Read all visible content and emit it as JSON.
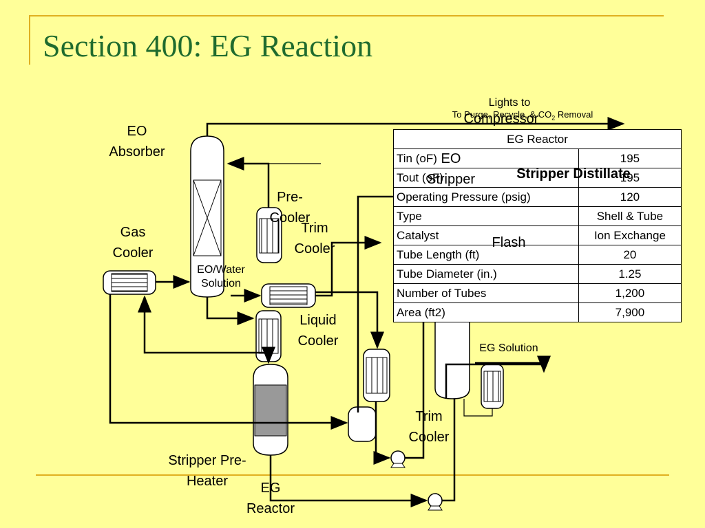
{
  "title": "Section 400: EG Reaction",
  "labels": {
    "eo_absorber": [
      "EO",
      "Absorber"
    ],
    "gas_cooler": [
      "Gas",
      "Cooler"
    ],
    "pre_cooler": [
      "Pre-",
      "Cooler"
    ],
    "trim_cooler_top": [
      "Trim",
      "Cooler"
    ],
    "eo_water_solution": [
      "EO/Water",
      "Solution"
    ],
    "liquid_cooler": [
      "Liquid",
      "Cooler"
    ],
    "stripper_preheater": [
      "Stripper Pre-",
      "Heater"
    ],
    "eg_reactor": [
      "EG",
      "Reactor"
    ],
    "trim_cooler_bottom": [
      "Trim",
      "Cooler"
    ],
    "eo_stripper": [
      "EO",
      "Stripper"
    ],
    "stripper_distillate": "Stripper Distillate",
    "flash": "Flash",
    "eg_solution": "EG Solution",
    "lights_to": "Lights to",
    "compressor": "Compressor",
    "purge_prefix": "To Purge, Recycle, & CO",
    "purge_sub": "2",
    "purge_suffix": " Removal"
  },
  "table": {
    "header": "EG Reactor",
    "rows": [
      {
        "label": "Tin (oF)",
        "value": "195"
      },
      {
        "label": "Tout (oF)",
        "value": "195"
      },
      {
        "label": "Operating Pressure (psig)",
        "value": "120"
      },
      {
        "label": "Type",
        "value": "Shell & Tube"
      },
      {
        "label": "Catalyst",
        "value": "Ion Exchange"
      },
      {
        "label": "Tube Length (ft)",
        "value": "20"
      },
      {
        "label": "Tube Diameter (in.)",
        "value": "1.25"
      },
      {
        "label": "Number of Tubes",
        "value": "1,200"
      },
      {
        "label": "Area (ft2)",
        "value": "7,900"
      }
    ]
  }
}
